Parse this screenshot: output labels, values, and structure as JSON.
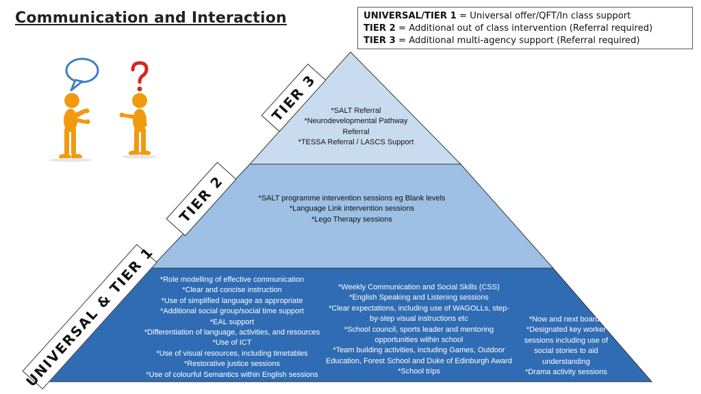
{
  "title": "Communication and Interaction",
  "key": [
    {
      "term": "UNIVERSAL/TIER 1",
      "desc": " = Universal offer/QFT/In class support"
    },
    {
      "term": "TIER 2",
      "desc": " = Additional out of class intervention (Referral required)"
    },
    {
      "term": "TIER 3",
      "desc": " = Additional multi-agency support (Referral required)"
    }
  ],
  "labels": {
    "tier3": "TIER 3",
    "tier2": "TIER 2",
    "tier1": "UNIVERSAL & TIER 1"
  },
  "tier3_items": [
    "*SALT Referral",
    "*Neurodevelopmental Pathway",
    "Referral",
    "*TESSA Referral / LASCS Support"
  ],
  "tier2_items": [
    "*SALT programme intervention sessions eg Blank levels",
    "*Language Link intervention sessions",
    "*Lego Therapy sessions"
  ],
  "tier1_left": [
    "*Role modelling of effective communication",
    "*Clear and concise instruction",
    "*Use of simplified language as appropriate",
    "*Additional social group/social time support",
    "*EAL support",
    "*Differentiation of language, activities, and resources",
    "*Use of ICT",
    "*Use of visual resources, including timetables",
    "*Restorative justice sessions",
    "*Use of colourful Semantics within English sessions"
  ],
  "tier1_middle": [
    "*Weekly Communication and Social Skills (CSS)",
    "*English Speaking and Listening sessions",
    "*Clear expectations, including use of WAGOLLs, step-",
    "by-step visual instructions etc",
    "*School council, sports leader and mentoring",
    "opportunities within school",
    "*Team building activities, including Games, Outdoor",
    "Education, Forest School and Duke of Edinburgh Award",
    "*School trips"
  ],
  "tier1_right": [
    "*Now and next boards",
    "*Designated key worker",
    "sessions including use of",
    "social stories to aid",
    "understanding",
    "*Drama activity sessions"
  ],
  "colors": {
    "tier3_fill": "#c9dcef",
    "tier2_fill": "#9dc0e4",
    "tier1_fill": "#2f6cb4",
    "figure_orange": "#f29a0e",
    "question_red": "#d7261e",
    "bubble_blue": "#3c7fc6"
  },
  "icons": {
    "figures": "two-people-talking-icon",
    "speech": "speech-bubble-icon",
    "question": "question-mark-icon"
  }
}
